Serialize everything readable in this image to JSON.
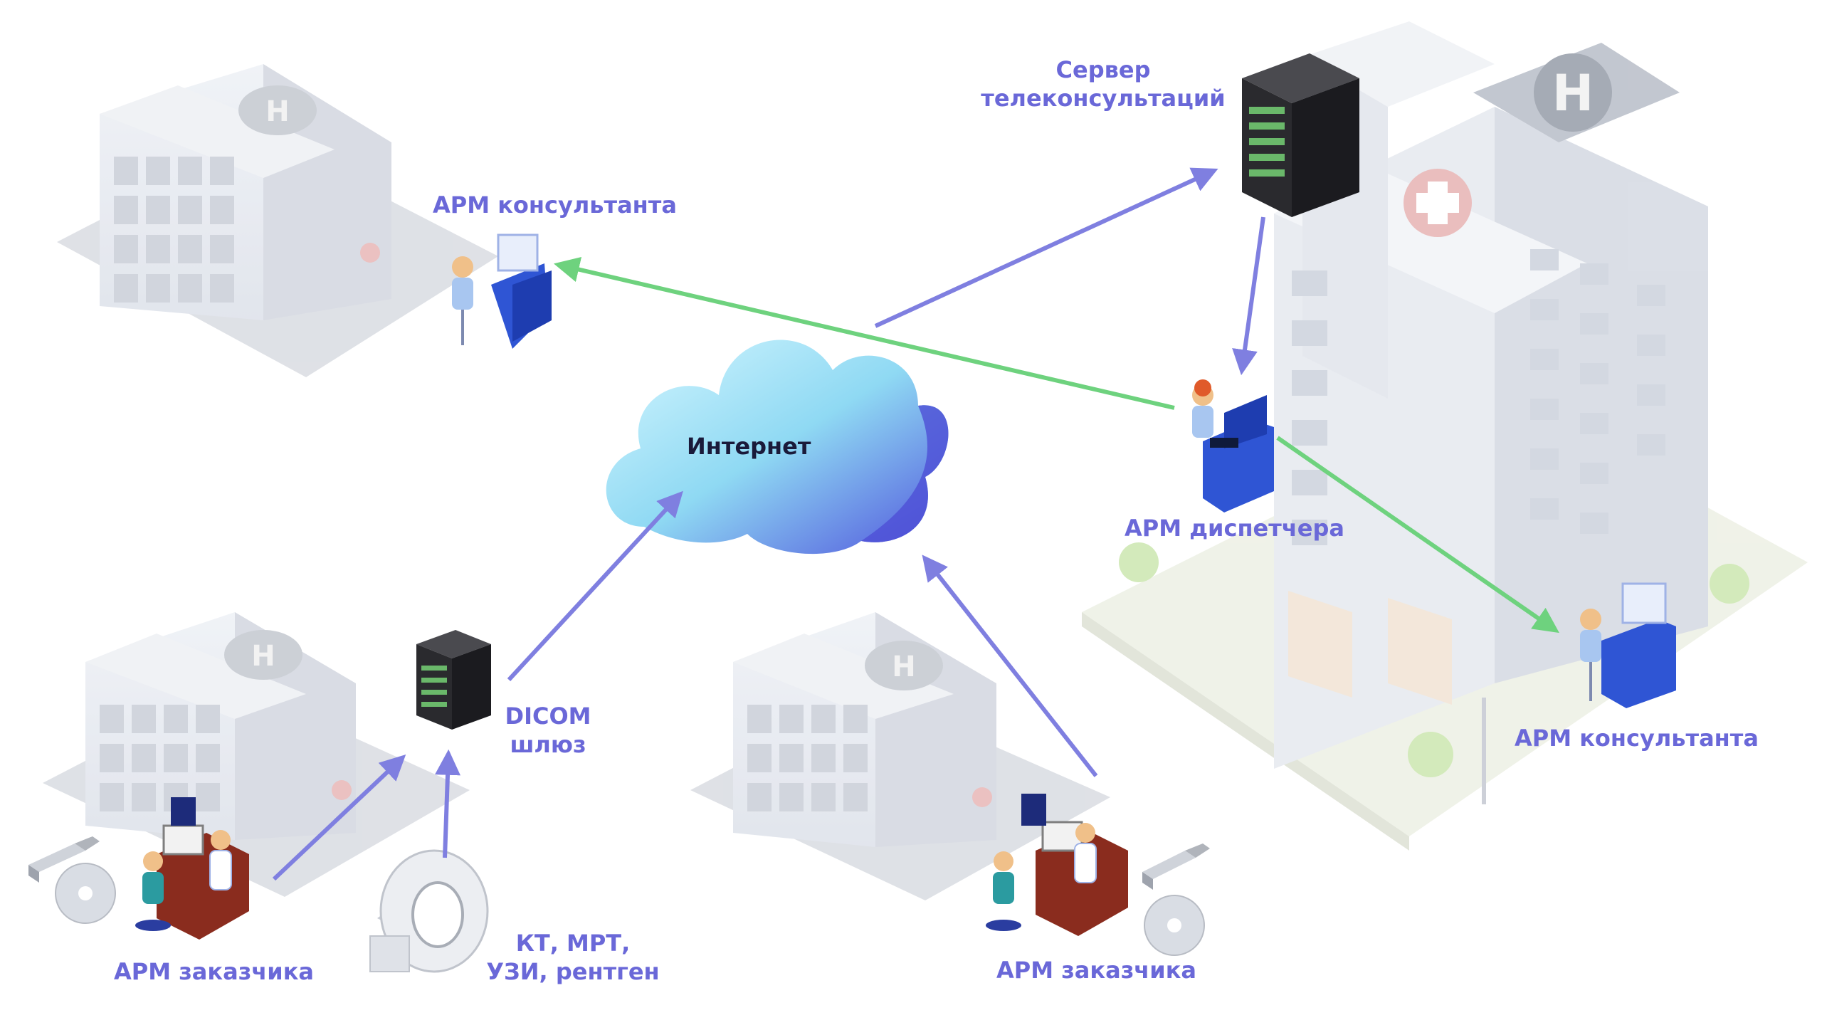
{
  "labels": {
    "server": "Сервер\nтелеконсультаций",
    "consultant_top": "АРМ консультанта",
    "consultant_right": "АРМ консультанта",
    "dispatcher": "АРМ диспетчера",
    "internet": "Интернет",
    "dicom": "DICOM\nшлюз",
    "customer_left": "АРМ заказчика",
    "customer_right": "АРМ заказчика",
    "modalities": "КТ, МРТ,\nУЗИ, рентген"
  },
  "colors": {
    "label": "#6a68d8",
    "blue_arrow": "#7f7fe0",
    "green_arrow": "#6ed27e",
    "cloud_light": "#bff0ff",
    "cloud_dark": "#5a5ce0",
    "building": "#e3e6ee",
    "desk": "#2f55d4"
  },
  "icons": [
    "hospital-building-icon",
    "server-rack-icon",
    "cloud-icon",
    "workstation-icon",
    "usb-drive-icon",
    "cd-disc-icon",
    "mri-scanner-icon"
  ]
}
